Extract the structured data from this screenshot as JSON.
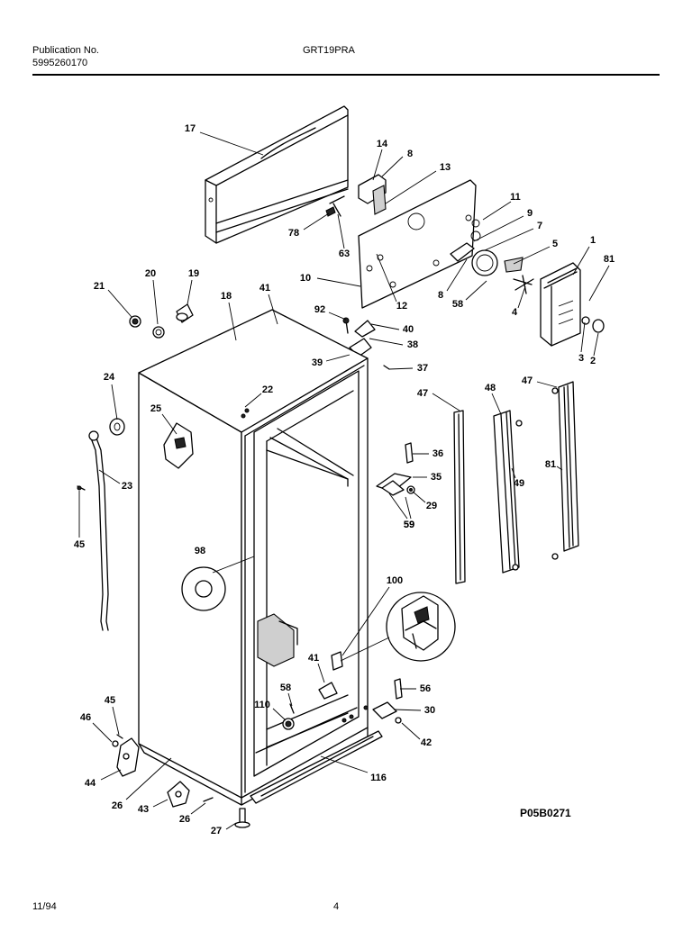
{
  "header": {
    "publication_label": "Publication No.",
    "publication_number": "5995260170",
    "model": "GRT19PRA"
  },
  "footer": {
    "date": "11/94",
    "page": "4"
  },
  "diagram": {
    "code": "P05B0271",
    "callouts": [
      "17",
      "14",
      "8",
      "13",
      "11",
      "9",
      "7",
      "1",
      "5",
      "78",
      "63",
      "81",
      "10",
      "8",
      "58",
      "12",
      "4",
      "92",
      "40",
      "38",
      "39",
      "37",
      "3",
      "2",
      "47",
      "48",
      "47",
      "22",
      "36",
      "35",
      "81",
      "49",
      "29",
      "59",
      "59",
      "24",
      "25",
      "23",
      "45",
      "98",
      "100",
      "41",
      "58",
      "56",
      "110",
      "30",
      "45",
      "46",
      "42",
      "44",
      "26",
      "116",
      "43",
      "26",
      "27",
      "20",
      "19",
      "21",
      "18",
      "41"
    ]
  }
}
